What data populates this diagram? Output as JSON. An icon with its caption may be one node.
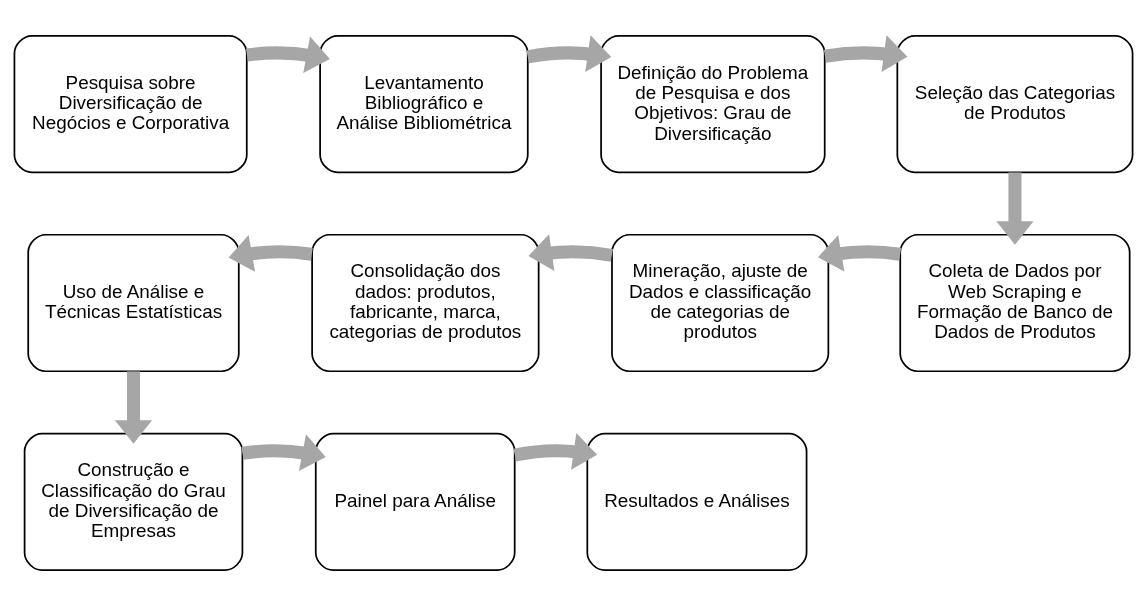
{
  "diagram": {
    "nodes": [
      {
        "text": [
          "Pesquisa sobre Diversificação de Negócios e Corporativa"
        ]
      },
      {
        "text": [
          "Levantamento Bibliográfico e Análise Bibliométrica"
        ]
      },
      {
        "text": [
          "Definição do Problema de Pesquisa e dos Objetivos: Grau de Diversificação"
        ]
      },
      {
        "text": [
          "Seleção das Categorias de Produtos"
        ]
      },
      {
        "text": [
          "Coleta de Dados por Web Scraping e Formação de Banco de Dados de Produtos"
        ]
      },
      {
        "text": [
          "Mineração, ajuste de Dados e classificação de categorias de produtos"
        ]
      },
      {
        "text": [
          "Consolidação dos dados: produtos, fabricante, marca, categorias de produtos"
        ]
      },
      {
        "text": [
          "Uso de Análise e Técnicas Estatísticas"
        ]
      },
      {
        "text": [
          "Construção e Classificação do Grau de Diversificação de Empresas"
        ]
      },
      {
        "text": [
          "Painel para Análise"
        ]
      },
      {
        "text": [
          "Resultados e Análises"
        ]
      }
    ],
    "edges": [
      {
        "from": 0,
        "to": 1,
        "arrow": "to"
      },
      {
        "from": 1,
        "to": 2,
        "arrow": "to"
      },
      {
        "from": 2,
        "to": 3,
        "arrow": "to"
      },
      {
        "from": 3,
        "to": 4,
        "arrow": "to"
      },
      {
        "from": 4,
        "to": 5,
        "arrow": "to"
      },
      {
        "from": 5,
        "to": 6,
        "arrow": "to"
      },
      {
        "from": 6,
        "to": 7,
        "arrow": "to"
      },
      {
        "from": 7,
        "to": 8,
        "arrow": "to"
      },
      {
        "from": 8,
        "to": 9,
        "arrow": "to"
      },
      {
        "from": 9,
        "to": 10,
        "arrow": "to"
      }
    ]
  }
}
